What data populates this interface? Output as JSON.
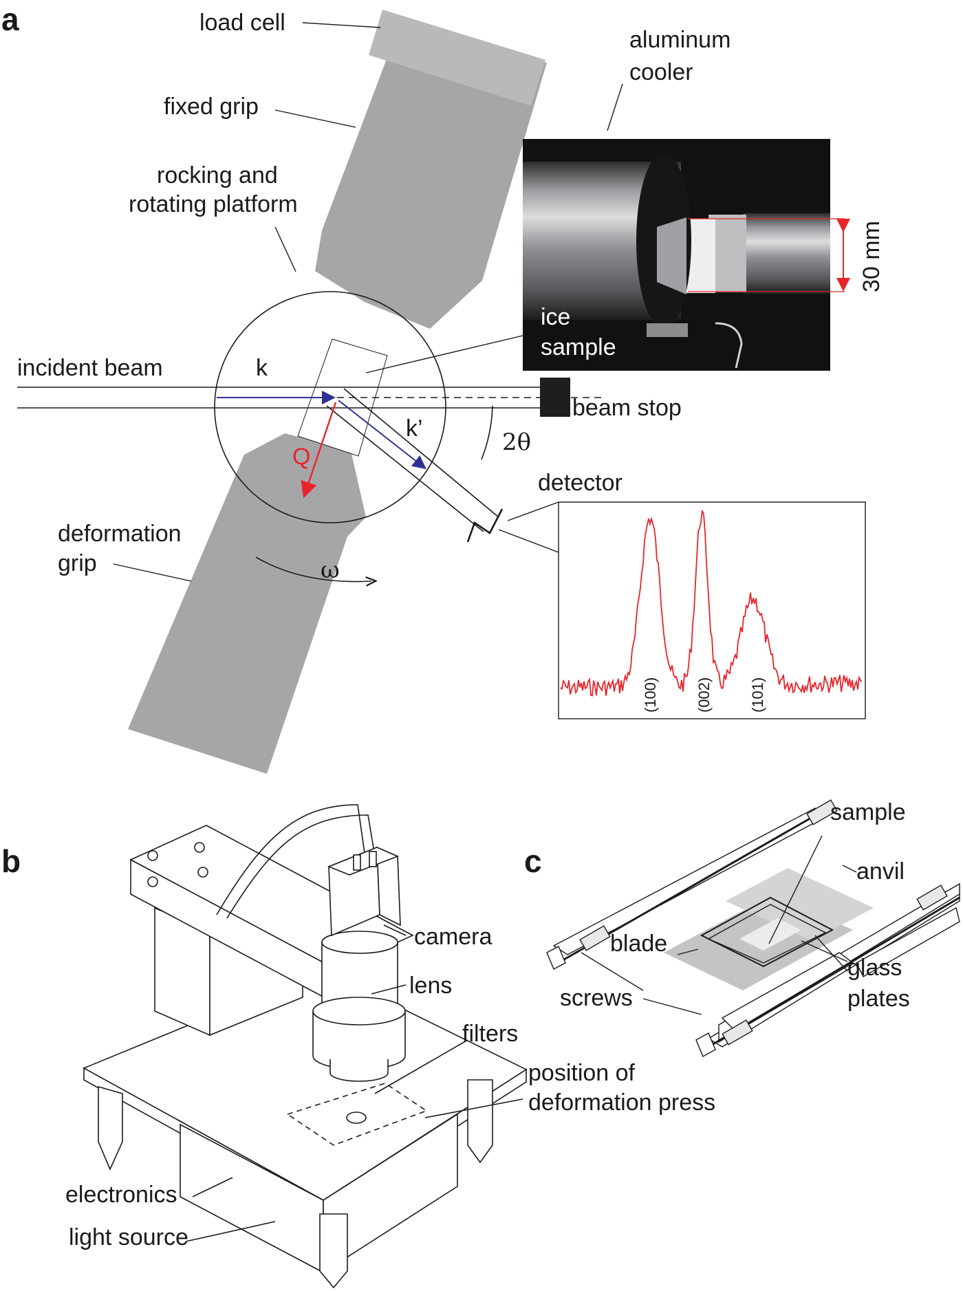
{
  "panel_a": {
    "letter": "a",
    "labels": {
      "load_cell": "load cell",
      "fixed_grip": "fixed grip",
      "rocking_1": "rocking and",
      "rocking_2": "rotating platform",
      "aluminum_1": "aluminum",
      "aluminum_2": "cooler",
      "ice_1": "ice",
      "ice_2": "sample",
      "incident_beam": "incident beam",
      "k": "k",
      "k_prime": "k’",
      "beam_stop": "beam stop",
      "two_theta": "2θ",
      "q": "Q",
      "detector": "detector",
      "deformation_1": "deformation",
      "deformation_2": "grip",
      "omega": "ω",
      "scale": "30 mm"
    },
    "peaks": [
      "(100)",
      "(002)",
      "(101)"
    ],
    "colors": {
      "grip": "#a6a6a8",
      "load_cell": "#b9b9bc",
      "k_beam": "#2e3192",
      "q_vector": "#e8242b",
      "spectrum": "#e8242b"
    }
  },
  "panel_b": {
    "letter": "b",
    "labels": {
      "camera": "camera",
      "lens": "lens",
      "filters": "filters",
      "position_1": "position of",
      "position_2": "deformation press",
      "electronics": "electronics",
      "light_source": "light source"
    }
  },
  "panel_c": {
    "letter": "c",
    "labels": {
      "sample": "sample",
      "anvil": "anvil",
      "blade": "blade",
      "glass_1": "glass",
      "glass_2": "plates",
      "screws": "screws"
    }
  }
}
